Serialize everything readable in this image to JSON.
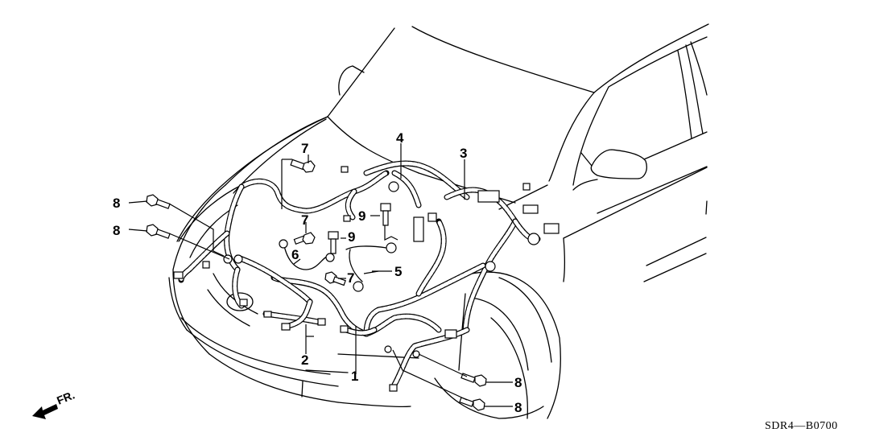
{
  "diagram": {
    "title": "Engine Wire Harness",
    "reference_code": "SDR4—B0700",
    "direction_indicator": {
      "label": "FR.",
      "icon": "front-arrow-icon"
    },
    "callouts": [
      {
        "id": "c1",
        "label": "1",
        "part": "engine-wire-harness-main"
      },
      {
        "id": "c2",
        "label": "2",
        "part": "wire-harness-front"
      },
      {
        "id": "c3",
        "label": "3",
        "part": "wire-harness-right"
      },
      {
        "id": "c4",
        "label": "4",
        "part": "wire-harness-upper"
      },
      {
        "id": "c5",
        "label": "5",
        "part": "ground-cable-a"
      },
      {
        "id": "c6",
        "label": "6",
        "part": "ground-cable-b"
      },
      {
        "id": "c7a",
        "label": "7",
        "part": "bolt"
      },
      {
        "id": "c7b",
        "label": "7",
        "part": "bolt"
      },
      {
        "id": "c7c",
        "label": "7",
        "part": "bolt"
      },
      {
        "id": "c8a",
        "label": "8",
        "part": "flange-bolt"
      },
      {
        "id": "c8b",
        "label": "8",
        "part": "flange-bolt"
      },
      {
        "id": "c8c",
        "label": "8",
        "part": "flange-bolt"
      },
      {
        "id": "c8d",
        "label": "8",
        "part": "flange-bolt"
      },
      {
        "id": "c9a",
        "label": "9",
        "part": "bolt-washer"
      },
      {
        "id": "c9b",
        "label": "9",
        "part": "bolt-washer"
      }
    ]
  }
}
